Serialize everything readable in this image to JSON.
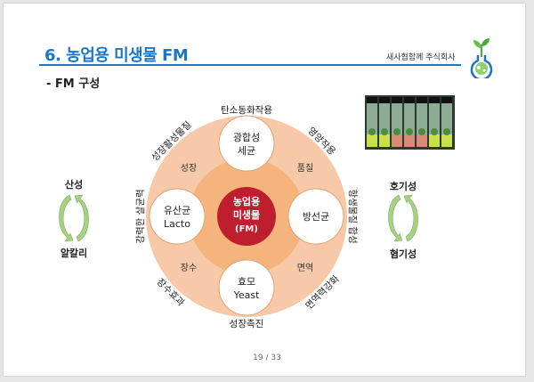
{
  "header": {
    "title": "6. 농업용 미생물 FM",
    "company": "새사협함께 주식회사",
    "subtitle": "- FM 구성"
  },
  "diagram": {
    "center": [
      "농업용",
      "미생물",
      "(FM)"
    ],
    "satellites": {
      "top": [
        "광합성",
        "세균"
      ],
      "left": [
        "유산균",
        "Lacto"
      ],
      "right": [
        "방선균"
      ],
      "bottom": [
        "효모",
        "Yeast"
      ]
    },
    "inner_labels": [
      "성장",
      "품질",
      "면역",
      "장수"
    ],
    "outer_labels": [
      "탄소동화작용",
      "영양작용",
      "항생물질 합성",
      "면역력강화",
      "성장촉진",
      "장수효과",
      "강력한 살균력",
      "성장활성물질"
    ],
    "colors": {
      "outer": "#f7c9a8",
      "inner": "#f4b47c",
      "center": "#be1e2d"
    }
  },
  "cycles": {
    "left": {
      "top": "산성",
      "bottom": "알칼리"
    },
    "right": {
      "top": "호기성",
      "bottom": "혐기성"
    }
  },
  "footer": {
    "page": "19 / 33"
  },
  "colors": {
    "accent": "#1a76c6",
    "arrow": "#a6d184"
  }
}
